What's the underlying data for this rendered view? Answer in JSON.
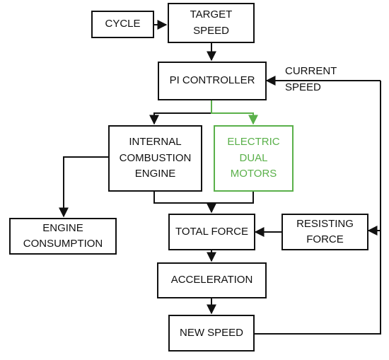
{
  "colors": {
    "line": "#111111",
    "accent_green": "#5ab04a"
  },
  "nodes": {
    "cycle": "CYCLE",
    "target_speed": "TARGET\nSPEED",
    "pi_controller": "PI CONTROLLER",
    "ice": "INTERNAL\nCOMBUSTION\nENGINE",
    "electric_motors": "ELECTRIC\nDUAL\nMOTORS",
    "engine_consumption": "ENGINE\nCONSUMPTION",
    "total_force": "TOTAL FORCE",
    "resisting_force": "RESISTING\nFORCE",
    "acceleration": "ACCELERATION",
    "new_speed": "NEW SPEED"
  },
  "labels": {
    "current_speed": "CURRENT\nSPEED"
  }
}
